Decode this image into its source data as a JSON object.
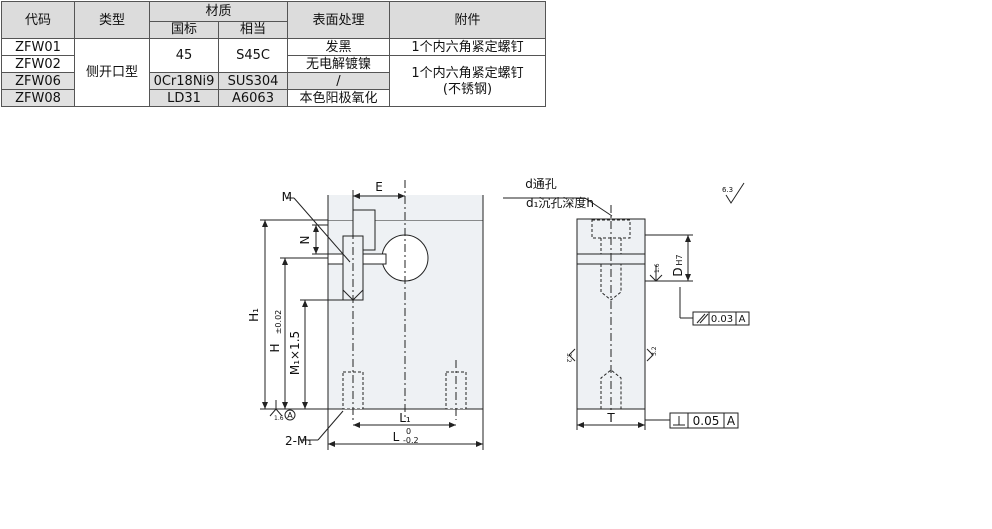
{
  "table": {
    "headers": {
      "code": "代码",
      "type": "类型",
      "material": "材质",
      "national": "国标",
      "equivalent": "相当",
      "surface": "表面处理",
      "accessory": "附件"
    },
    "codes": [
      "ZFW01",
      "ZFW02",
      "ZFW06",
      "ZFW08"
    ],
    "type_value": "侧开口型",
    "national_values": {
      "r12": "45",
      "r3": "0Cr18Ni9",
      "r4": "LD31"
    },
    "equivalent_values": {
      "r12": "S45C",
      "r3": "SUS304",
      "r4": "A6063"
    },
    "surface_values": [
      "发黑",
      "无电解镀镍",
      "/",
      "本色阳极氧化"
    ],
    "accessory_values": {
      "r1": "1个内六角紧定螺钉",
      "r234_line1": "1个内六角紧定螺钉",
      "r234_line2": "(不锈钢)"
    }
  },
  "drawing": {
    "front": {
      "M": "M",
      "E": "E",
      "N": "N",
      "H1": "H₁",
      "H": "H",
      "H_tol": "±0.02",
      "M1_pitch": "M₁×1.5",
      "two_M1": "2-M₁",
      "L1": "L₁",
      "L": "L",
      "L_tol_upper": "0",
      "L_tol_lower": "-0.2",
      "datum_A": "A",
      "rough": "1.6"
    },
    "side": {
      "d_through": "d通孔",
      "d1_cbore": "d₁沉孔深度h",
      "D": "D",
      "D_fit": "H7",
      "rough_16": "1.6",
      "rough_32_left": "3.2",
      "rough_32_right": "3.2",
      "parallel_tol": "0.03",
      "parallel_datum": "A",
      "T": "T",
      "perp_tol": "0.05",
      "perp_datum": "A",
      "general_rough": "6.3"
    },
    "colors": {
      "fill": "#eef1f4",
      "line": "#222222",
      "red": "#d21f26"
    }
  }
}
